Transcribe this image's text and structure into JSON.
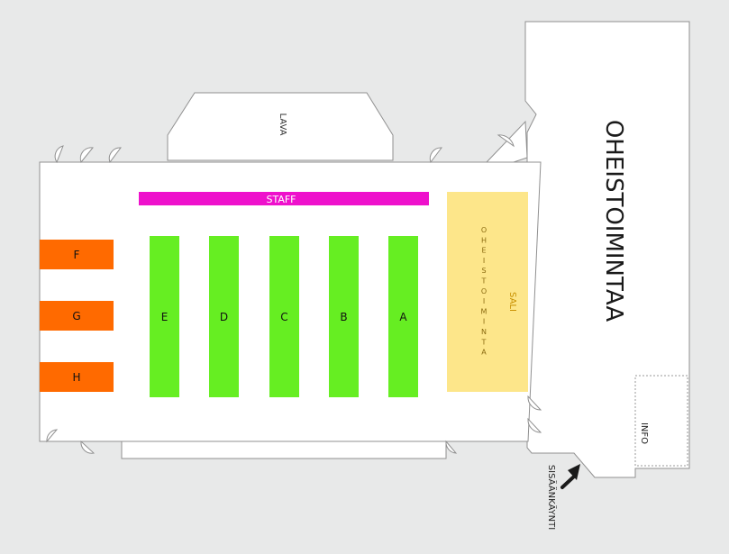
{
  "labels": {
    "stage": "LAVA",
    "side_area": "OHEISTOIMINTAA",
    "info": "INFO",
    "entrance": "SISÄÄNKÄYNTI",
    "staff": "STAFF",
    "hall_title": "SALI",
    "hall_vertical": [
      "O",
      "H",
      "E",
      "I",
      "S",
      "T",
      "O",
      "I",
      "M",
      "I",
      "N",
      "T",
      "A"
    ]
  },
  "rows": [
    {
      "label": "E"
    },
    {
      "label": "D"
    },
    {
      "label": "C"
    },
    {
      "label": "B"
    },
    {
      "label": "A"
    }
  ],
  "side_tables": [
    {
      "label": "F"
    },
    {
      "label": "G"
    },
    {
      "label": "H"
    }
  ],
  "colors": {
    "background": "#e8e9e9",
    "rows": "#66ee22",
    "side_tables": "#ff6a00",
    "staff": "#ee11cc",
    "hall": "#fde68a",
    "walls": "#909090"
  }
}
